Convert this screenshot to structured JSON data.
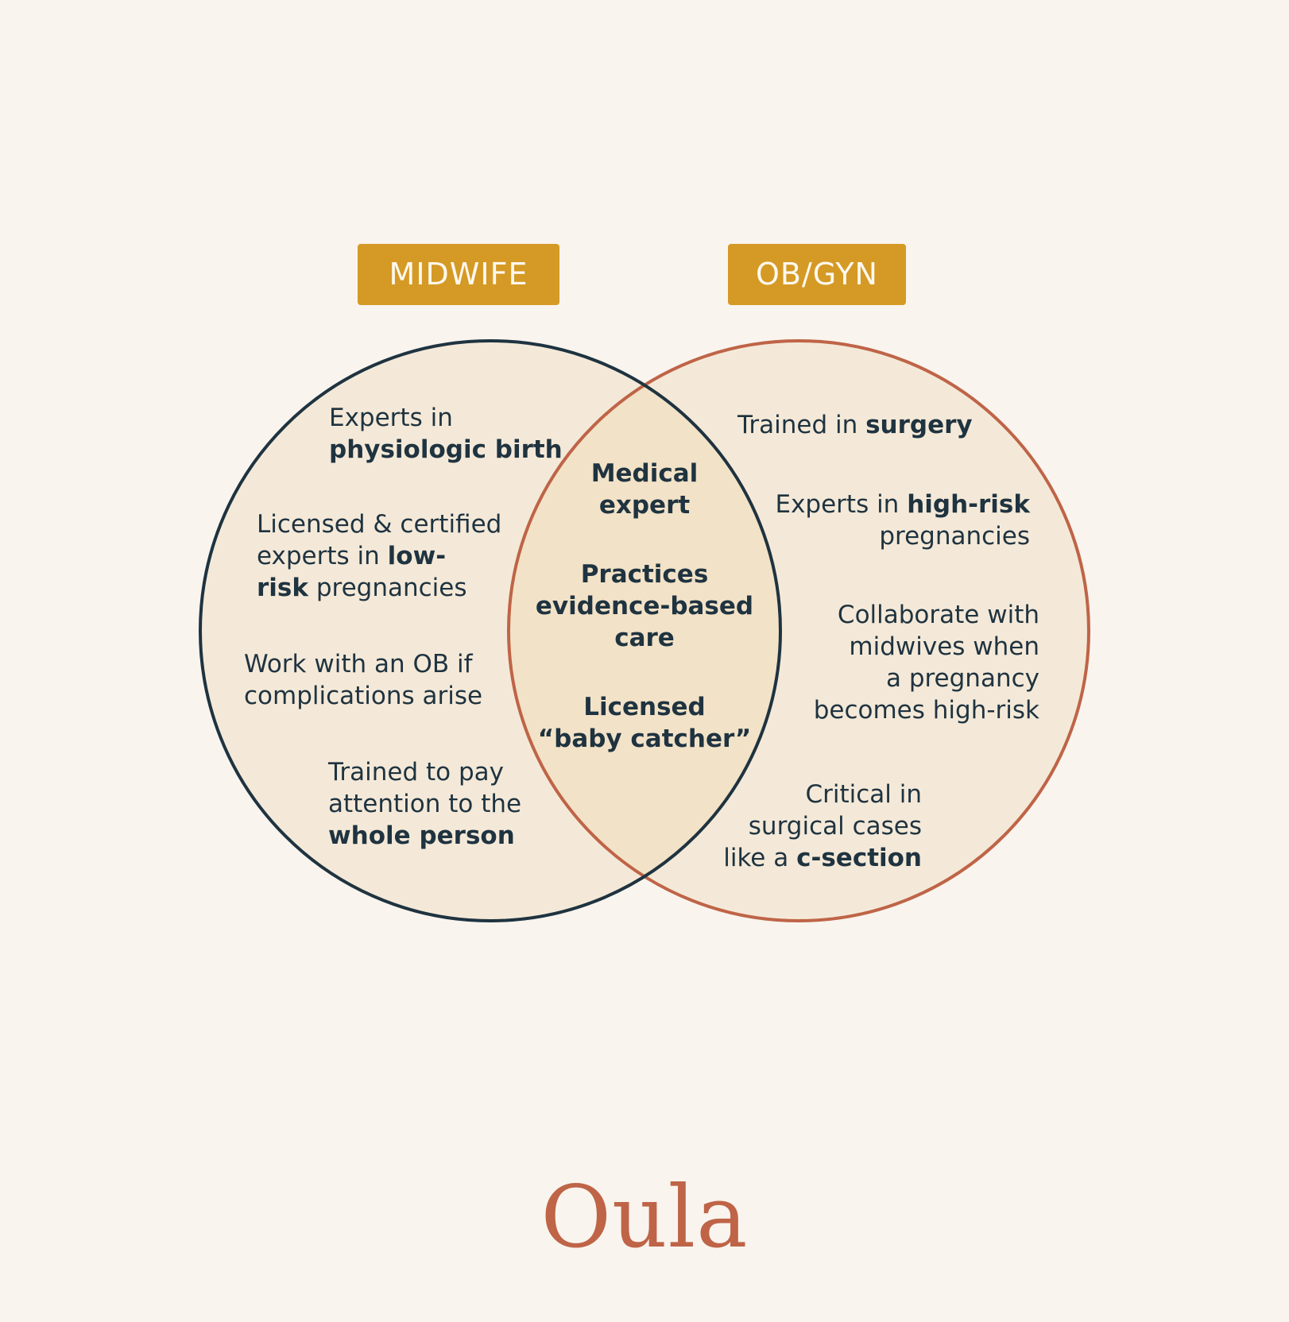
{
  "labels": {
    "midwife": "MIDWIFE",
    "obgyn": "OB/GYN"
  },
  "colors": {
    "background": "#f9f4ee",
    "circle_fill": "#f4e9d8",
    "overlap_fill": "#f2e2c7",
    "midwife_stroke": "#1f3340",
    "obgyn_stroke": "#bf6447",
    "tag_fill": "#d59a25",
    "brand": "#bf6447"
  },
  "midwife_items": [
    {
      "lines": [
        [
          {
            "t": "Experts in",
            "b": false
          }
        ],
        [
          {
            "t": "physiologic birth",
            "b": true
          }
        ]
      ]
    },
    {
      "lines": [
        [
          {
            "t": "Licensed & certified",
            "b": false
          }
        ],
        [
          {
            "t": "experts in ",
            "b": false
          },
          {
            "t": "low-",
            "b": true
          }
        ],
        [
          {
            "t": "risk",
            "b": true
          },
          {
            "t": " pregnancies",
            "b": false
          }
        ]
      ]
    },
    {
      "lines": [
        [
          {
            "t": "Work with an OB if",
            "b": false
          }
        ],
        [
          {
            "t": "complications arise",
            "b": false
          }
        ]
      ]
    },
    {
      "lines": [
        [
          {
            "t": "Trained to pay",
            "b": false
          }
        ],
        [
          {
            "t": "attention to the",
            "b": false
          }
        ],
        [
          {
            "t": "whole person",
            "b": true
          }
        ]
      ]
    }
  ],
  "shared_items": [
    {
      "lines": [
        "Medical",
        "expert"
      ]
    },
    {
      "lines": [
        "Practices",
        "evidence-based",
        "care"
      ]
    },
    {
      "lines": [
        "Licensed",
        "“baby catcher”"
      ]
    }
  ],
  "obgyn_items": [
    {
      "lines": [
        [
          {
            "t": "Trained in ",
            "b": false
          },
          {
            "t": "surgery",
            "b": true
          }
        ]
      ]
    },
    {
      "lines": [
        [
          {
            "t": "Experts in ",
            "b": false
          },
          {
            "t": "high-risk",
            "b": true
          }
        ],
        [
          {
            "t": "pregnancies",
            "b": false
          }
        ]
      ]
    },
    {
      "lines": [
        [
          {
            "t": "Collaborate with",
            "b": false
          }
        ],
        [
          {
            "t": "midwives when",
            "b": false
          }
        ],
        [
          {
            "t": "a pregnancy",
            "b": false
          }
        ],
        [
          {
            "t": "becomes high-risk",
            "b": false
          }
        ]
      ]
    },
    {
      "lines": [
        [
          {
            "t": "Critical in",
            "b": false
          }
        ],
        [
          {
            "t": "surgical cases",
            "b": false
          }
        ],
        [
          {
            "t": "like a ",
            "b": false
          },
          {
            "t": "c-section",
            "b": true
          }
        ]
      ]
    }
  ],
  "brand": {
    "logo_text": "Oula"
  }
}
